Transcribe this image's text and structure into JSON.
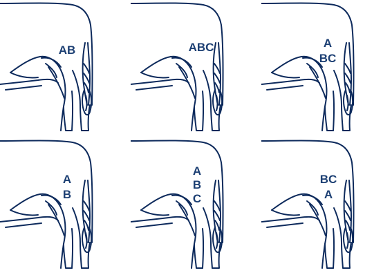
{
  "colors": {
    "outline": "#0d2a5c",
    "label": "#1c3f73",
    "background": "#ffffff"
  },
  "panels": [
    {
      "lines": [
        "AB"
      ]
    },
    {
      "lines": [
        "ABC"
      ]
    },
    {
      "lines": [
        "A",
        "BC"
      ]
    },
    {
      "lines": [
        "A",
        "B"
      ]
    },
    {
      "lines": [
        "A",
        "B",
        "C"
      ]
    },
    {
      "lines": [
        "BC",
        "A"
      ]
    }
  ]
}
